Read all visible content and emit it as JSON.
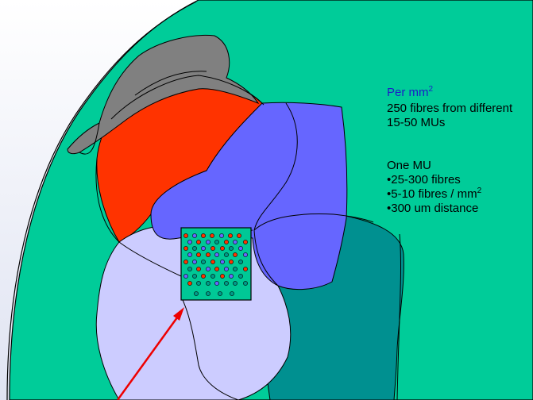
{
  "colors": {
    "background_tissue": "#00cc99",
    "motor_unit_gray": "#808080",
    "motor_unit_red": "#ff3300",
    "motor_unit_blue": "#6666ff",
    "motor_unit_lavender": "#ccccff",
    "motor_unit_teal": "#009090",
    "arrow": "#ee0000",
    "fibre_red": "#ff3300",
    "fibre_blue": "#6666ff",
    "fibre_teal": "#009a8a"
  },
  "annotation": {
    "per_area": {
      "label": "Per mm",
      "sup": "2"
    },
    "fibres_line": "250 fibres from different",
    "mus_line": "15-50 MUs",
    "one_mu": {
      "title": "One MU",
      "fibres": "•25-300 fibres",
      "density_label": "•5-10 fibres / mm",
      "density_sup": "2",
      "distance": "•300 um distance"
    }
  }
}
